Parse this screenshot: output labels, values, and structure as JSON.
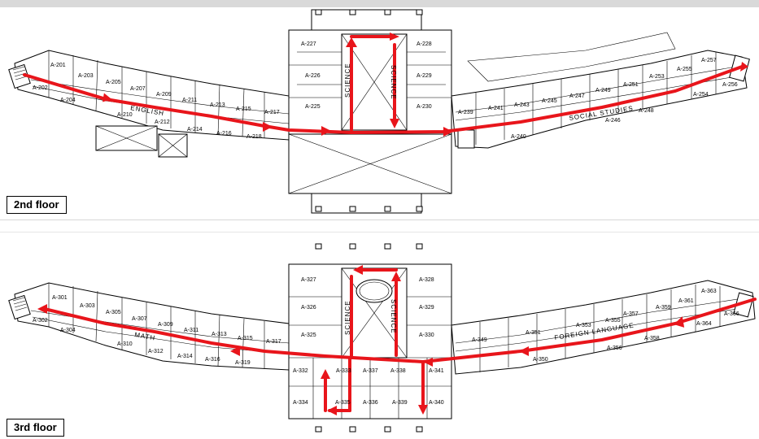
{
  "floors": [
    {
      "label": "2nd floor",
      "zones": [
        "ENGLISH",
        "SCIENCE",
        "SCIENCE",
        "SOCIAL STUDIES"
      ],
      "rooms_west": [
        "A-201",
        "A-202",
        "A-203",
        "A-204",
        "A-205",
        "A-207",
        "A-209",
        "A-210",
        "A-211",
        "A-212",
        "A-213",
        "A-214",
        "A-215",
        "A-216",
        "A-217",
        "A-218"
      ],
      "rooms_center": [
        "A-227",
        "A-228",
        "A-226",
        "A-229",
        "A-225",
        "A-230"
      ],
      "rooms_east": [
        "A-239",
        "A-241",
        "A-243",
        "A-245",
        "A-247",
        "A-249",
        "A-251",
        "A-253",
        "A-255",
        "A-257",
        "A-240",
        "A-246",
        "A-248",
        "A-254",
        "A-256"
      ]
    },
    {
      "label": "3rd floor",
      "zones": [
        "MATH",
        "SCIENCE",
        "SCIENCE",
        "FOREIGN LANGUAGE"
      ],
      "rooms_west": [
        "A-301",
        "A-302",
        "A-303",
        "A-304",
        "A-305",
        "A-307",
        "A-309",
        "A-310",
        "A-311",
        "A-312",
        "A-313",
        "A-314",
        "A-315",
        "A-316",
        "A-317",
        "A-319"
      ],
      "rooms_center": [
        "A-327",
        "A-328",
        "A-326",
        "A-329",
        "A-325",
        "A-330",
        "A-332",
        "A-333",
        "A-337",
        "A-338",
        "A-341",
        "A-334",
        "A-335",
        "A-336",
        "A-339",
        "A-340"
      ],
      "rooms_east": [
        "A-349",
        "A-351",
        "A-353",
        "A-355",
        "A-357",
        "A-359",
        "A-361",
        "A-363",
        "A-350",
        "A-356",
        "A-358",
        "A-364",
        "A-366"
      ]
    }
  ],
  "colors": {
    "route": "#e8151b",
    "walls": "#000000",
    "background": "#ffffff"
  }
}
